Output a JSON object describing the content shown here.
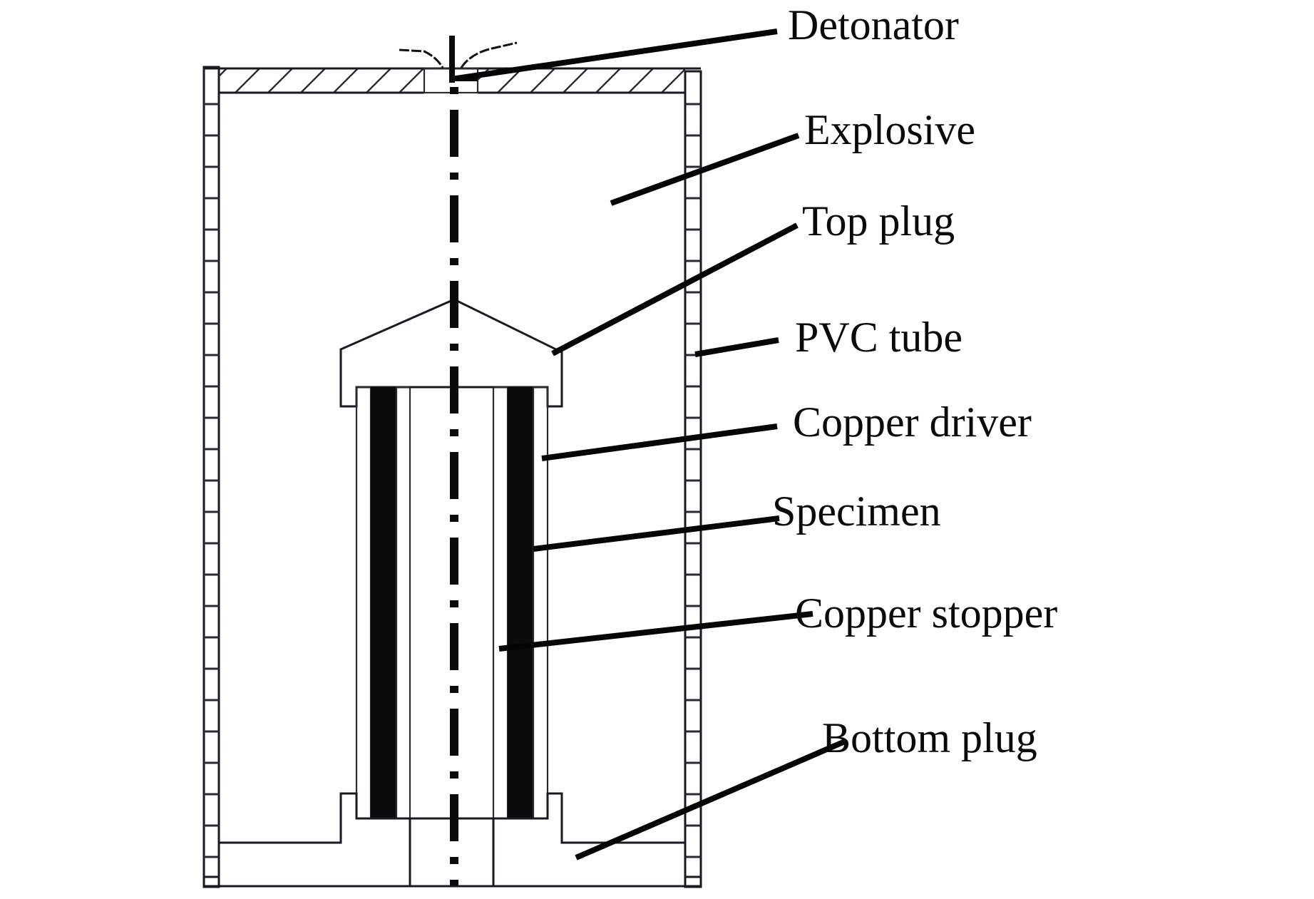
{
  "figure": {
    "description": "Cross-section schematic of explosive-driven collapsing cylinder test assembly",
    "labels": {
      "detonator": "Detonator",
      "explosive": "Explosive",
      "top_plug": "Top plug",
      "pvc_tube": "PVC tube",
      "copper_driver": "Copper driver",
      "specimen": "Specimen",
      "copper_stopper": "Copper stopper",
      "bottom_plug": "Bottom plug"
    },
    "colors": {
      "line": "#1a1a22",
      "solid_specimen": "#0b0b0b",
      "background": "#ffffff"
    }
  }
}
